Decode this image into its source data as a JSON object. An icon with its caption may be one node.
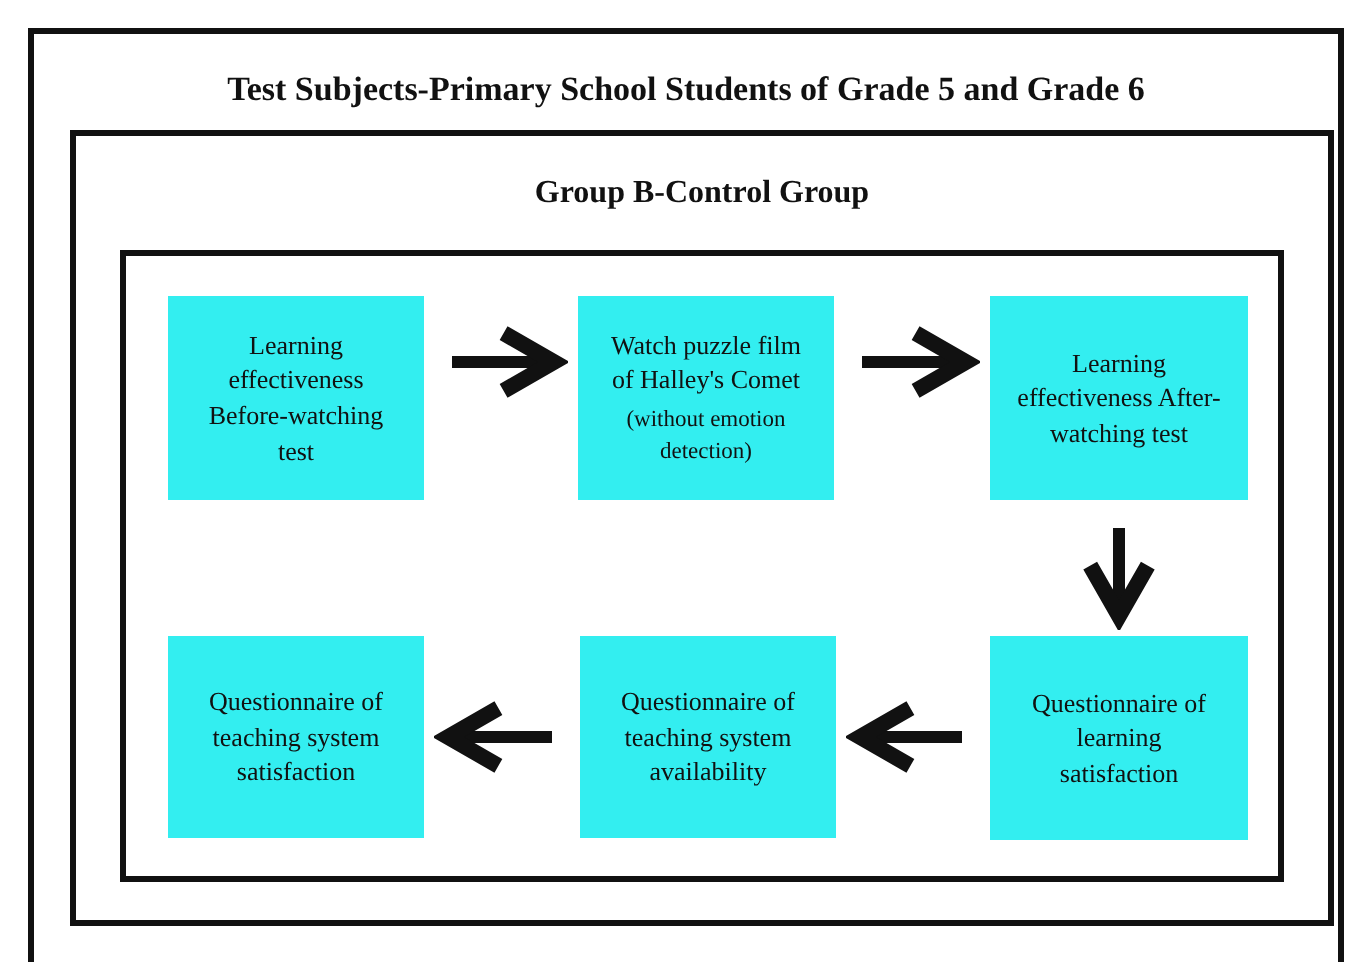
{
  "diagram": {
    "nodes": [
      {
        "text": [
          "Test Subjects-Primary School Students of Grade 5 and Grade 6"
        ]
      },
      {
        "text": [
          "Group B-Control Group"
        ],
        "in": 0
      },
      {
        "text": [],
        "shape": "box",
        "in": 1
      },
      {
        "text": [
          "Learning effectiveness Before-watching test"
        ],
        "in": 2
      },
      {
        "text": [
          "Watch puzzle film of Halley's Comet",
          "(without emotion detection)"
        ],
        "in": 2
      },
      {
        "text": [
          "Learning effectiveness After-watching test"
        ],
        "in": 2
      },
      {
        "text": [
          "Questionnaire of teaching system satisfaction"
        ],
        "in": 2
      },
      {
        "text": [
          "Questionnaire of teaching system availability"
        ],
        "in": 2
      },
      {
        "text": [
          "Questionnaire of learning satisfaction"
        ],
        "in": 2
      }
    ],
    "edges": [
      {
        "from": 3,
        "to": 4,
        "arrow": "to"
      },
      {
        "from": 4,
        "to": 5,
        "arrow": "to"
      },
      {
        "from": 5,
        "to": 8,
        "arrow": "to"
      },
      {
        "from": 8,
        "to": 7,
        "arrow": "to"
      },
      {
        "from": 7,
        "to": 6,
        "arrow": "to"
      }
    ]
  }
}
